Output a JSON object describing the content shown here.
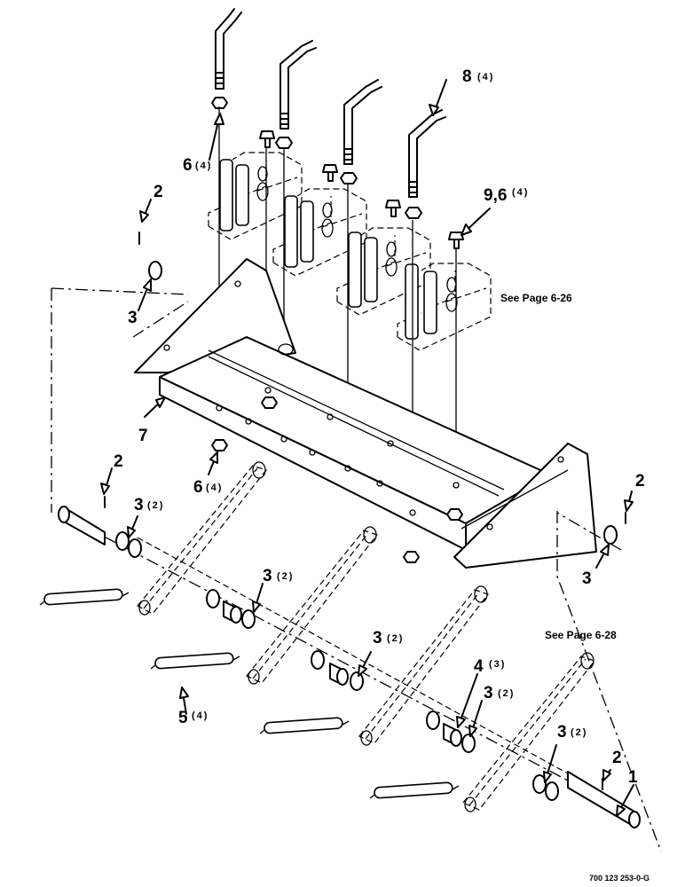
{
  "callouts": [
    {
      "id": "c8",
      "num": "8",
      "qty": "(4)"
    },
    {
      "id": "c6a",
      "num": "6",
      "qty": "(4)"
    },
    {
      "id": "c96",
      "num": "9,6",
      "qty": "(4)"
    },
    {
      "id": "c2a",
      "num": "2",
      "qty": ""
    },
    {
      "id": "c3a",
      "num": "3",
      "qty": ""
    },
    {
      "id": "c7",
      "num": "7",
      "qty": ""
    },
    {
      "id": "c6b",
      "num": "6",
      "qty": "(4)"
    },
    {
      "id": "c2b",
      "num": "2",
      "qty": ""
    },
    {
      "id": "c3b",
      "num": "3",
      "qty": "(2)"
    },
    {
      "id": "c3c",
      "num": "3",
      "qty": "(2)"
    },
    {
      "id": "c3d",
      "num": "3",
      "qty": "(2)"
    },
    {
      "id": "c4",
      "num": "4",
      "qty": "(3)"
    },
    {
      "id": "c3e",
      "num": "3",
      "qty": "(2)"
    },
    {
      "id": "c5",
      "num": "5",
      "qty": "(4)"
    },
    {
      "id": "c3f",
      "num": "3",
      "qty": "(2)"
    },
    {
      "id": "c2c",
      "num": "2",
      "qty": ""
    },
    {
      "id": "c1",
      "num": "1",
      "qty": ""
    },
    {
      "id": "c2d",
      "num": "2",
      "qty": ""
    },
    {
      "id": "c3g",
      "num": "3",
      "qty": ""
    }
  ],
  "notes": {
    "see_page_top": "See Page 6-26",
    "see_page_right": "See Page 6-28"
  },
  "drawing_number": "700 123 253-0-G"
}
